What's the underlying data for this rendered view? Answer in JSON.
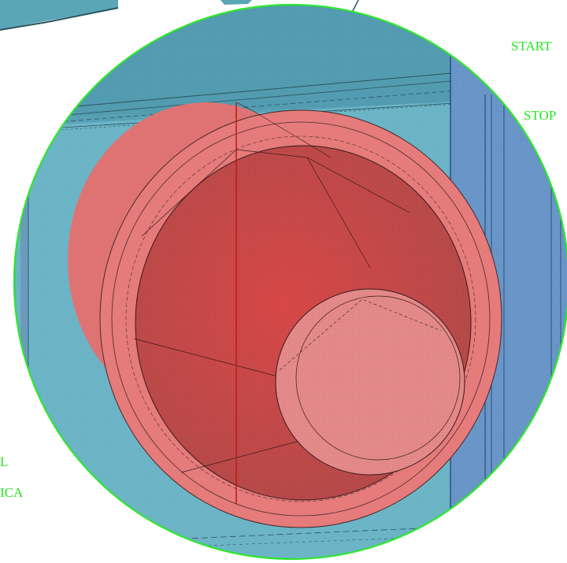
{
  "labels": {
    "start": "START",
    "stop": "STOP",
    "l": "L",
    "ica": "ICA"
  },
  "colors": {
    "lens_outline": "#2ee62e",
    "label_text": "#22e61e",
    "background_teal": "#5ea9bd",
    "background_blue": "#6a97c9",
    "element_red": "#e27878"
  }
}
